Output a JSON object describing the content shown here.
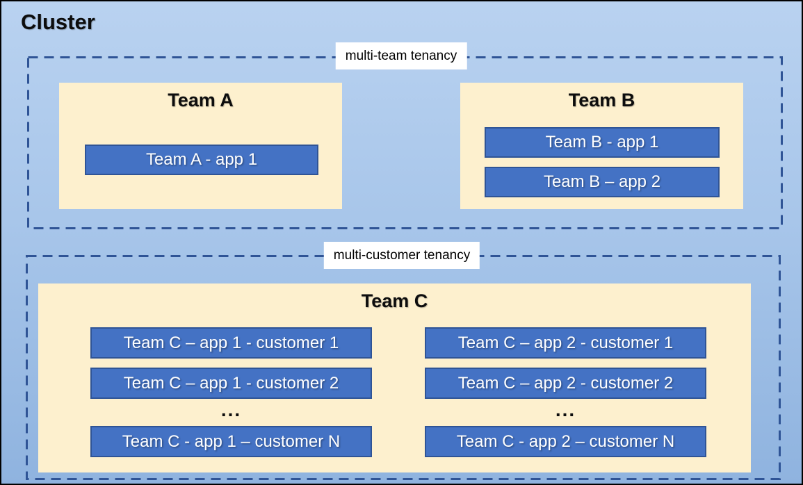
{
  "cluster_title": "Cluster",
  "sections": [
    {
      "label": "multi-team tenancy"
    },
    {
      "label": "multi-customer tenancy"
    }
  ],
  "teams": {
    "a": {
      "name": "Team A",
      "apps": [
        "Team A - app 1"
      ]
    },
    "b": {
      "name": "Team B",
      "apps": [
        "Team B - app 1",
        "Team B – app 2"
      ]
    },
    "c": {
      "name": "Team C",
      "ellipsis": "...",
      "col1": [
        "Team C – app 1 - customer 1",
        "Team C – app 1 - customer 2",
        "Team C - app 1 – customer N"
      ],
      "col2": [
        "Team C – app 2 - customer 1",
        "Team C – app 2 - customer 2",
        "Team C - app 2 – customer N"
      ]
    }
  },
  "colors": {
    "background_top": "#B9D2F0",
    "background_bottom": "#8FB3DF",
    "dashed_border": "#2F5496",
    "team_panel": "#FDF0CE",
    "app_fill": "#4472C4",
    "app_border": "#2F5496",
    "label_background": "#FFFFFF",
    "outer_border": "#010101",
    "app_text": "#FFFFFF",
    "title_text": "#0D0D0D"
  }
}
